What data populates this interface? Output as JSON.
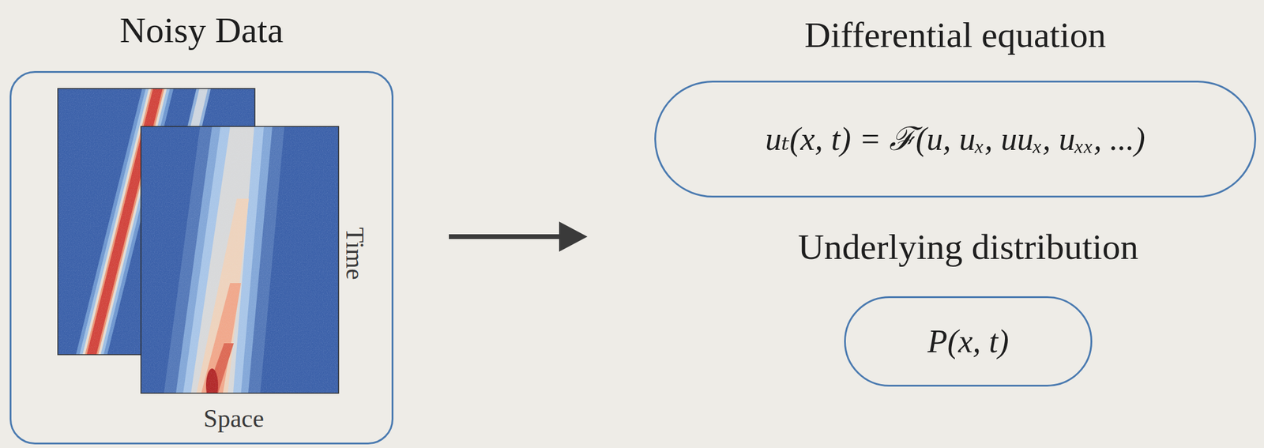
{
  "diagram": {
    "nodes": [
      {
        "text": [
          "Noisy Data"
        ]
      },
      {
        "text": [
          "Differential equation",
          "uₜ(x, t) = ℱ(u, uₓ, uuₓ, uₓₓ, ...)"
        ]
      },
      {
        "text": [
          "Underlying distribution",
          "P(x, t)"
        ]
      }
    ],
    "labels": [
      "Time",
      "Space"
    ]
  }
}
